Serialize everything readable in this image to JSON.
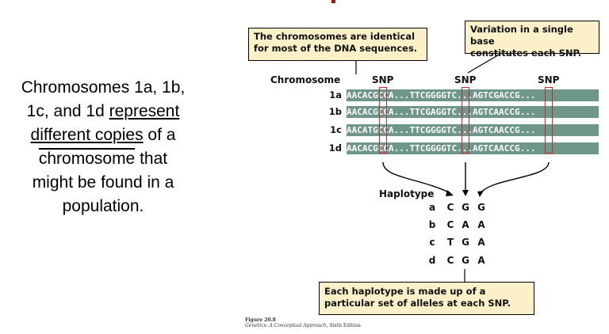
{
  "left_text": {
    "line1": "Chromosomes 1a, 1b,",
    "line2_a": "1c, and 1d ",
    "line2_b": "represent",
    "line3": "different copies",
    "line3_b": " of a",
    "line4": "chromosome",
    "line4_b": " that",
    "line5": "might be found in a",
    "line6": "population."
  },
  "callouts": {
    "identical_1": "The chromosomes are identical",
    "identical_2": "for most of the DNA sequences.",
    "variation_1": "Variation in a single base",
    "variation_2": "constitutes each SNP.",
    "haplotype_1": "Each haplotype is made up of a",
    "haplotype_2": "particular set of alleles at each SNP."
  },
  "labels": {
    "chromosome": "Chromosome",
    "snp": "SNP",
    "haplotype": "Haplotype"
  },
  "chromosomes": [
    {
      "id": "1a",
      "pre": "AACA",
      "b1": "C",
      "mid1": "GCCA...TTCG",
      "b2": "G",
      "mid2": "GGTC...AGTC",
      "b3": "G",
      "post": "ACCG..."
    },
    {
      "id": "1b",
      "pre": "AACA",
      "b1": "C",
      "mid1": "GCCA...TTCG",
      "b2": "A",
      "mid2": "GGTC...AGTC",
      "b3": "A",
      "post": "ACCG..."
    },
    {
      "id": "1c",
      "pre": "AACA",
      "b1": "T",
      "mid1": "GCCA...TTCG",
      "b2": "G",
      "mid2": "GGTC...AGTC",
      "b3": "A",
      "post": "ACCG..."
    },
    {
      "id": "1d",
      "pre": "AACA",
      "b1": "C",
      "mid1": "GCCA...TTCG",
      "b2": "G",
      "mid2": "GGTC...AGTC",
      "b3": "A",
      "post": "ACCG..."
    }
  ],
  "haplotypes": [
    {
      "id": "a",
      "alleles": [
        "C",
        "G",
        "G"
      ]
    },
    {
      "id": "b",
      "alleles": [
        "C",
        "A",
        "A"
      ]
    },
    {
      "id": "c",
      "alleles": [
        "T",
        "G",
        "A"
      ]
    },
    {
      "id": "d",
      "alleles": [
        "C",
        "G",
        "A"
      ]
    }
  ],
  "caption": {
    "figure": "Figure 20.8",
    "source": "Genetics: A Conceptual Approach",
    "edition": ", Sixth Edition"
  },
  "colors": {
    "sequence_band": "#6f9789",
    "snp_highlight": "#c8282c",
    "callout_fill": "#fbf0c8"
  }
}
